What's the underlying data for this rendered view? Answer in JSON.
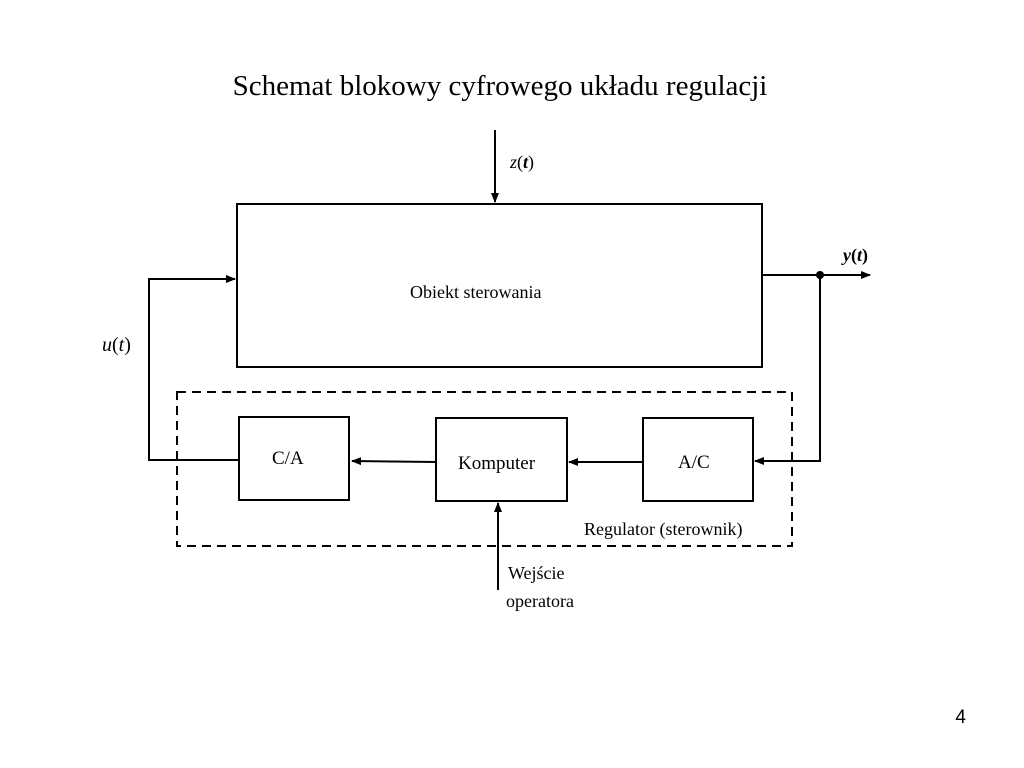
{
  "title": "Schemat blokowy cyfrowego układu regulacji",
  "signals": {
    "z": {
      "name": "z",
      "arg": "t"
    },
    "y": {
      "name": "y",
      "arg": "t"
    },
    "u": {
      "name": "u",
      "arg": "t"
    }
  },
  "blocks": {
    "plant": "Obiekt sterowania",
    "dac": "C/A",
    "computer": "Komputer",
    "adc": "A/C",
    "regulator_group": "Regulator (sterownik)"
  },
  "operator_input": {
    "line1": "Wejście",
    "line2": "operatora"
  },
  "page_number": "4"
}
